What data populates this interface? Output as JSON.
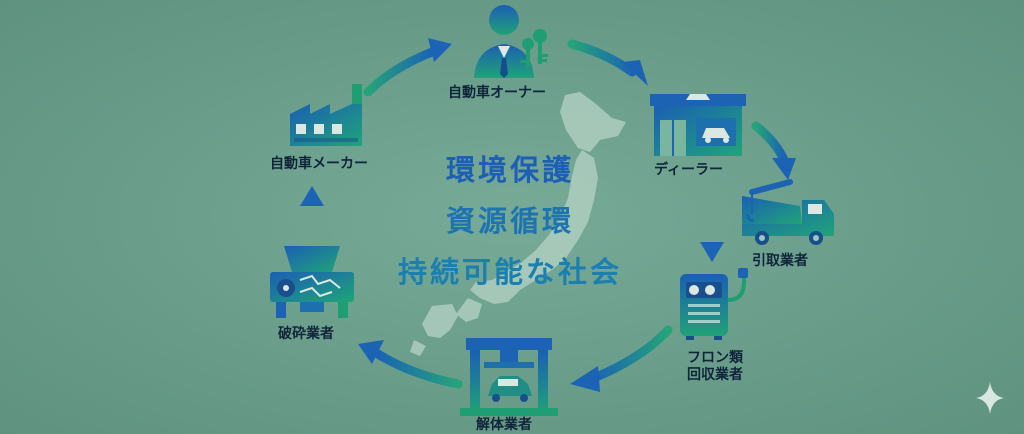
{
  "center_text": {
    "line1": "環境保護",
    "line2": "資源循環",
    "line3": "持続可能な社会"
  },
  "nodes": {
    "owner": "自動車オーナー",
    "dealer": "ディーラー",
    "tow": "引取業者",
    "freon_line1": "フロン類",
    "freon_line2": "回収業者",
    "dismantler": "解体業者",
    "shredder": "破砕業者",
    "maker": "自動車メーカー"
  },
  "colors": {
    "background": "#6a9e8c",
    "icon_blue": "#1d63b3",
    "icon_green": "#1f9e74",
    "label_text": "#10253a"
  }
}
